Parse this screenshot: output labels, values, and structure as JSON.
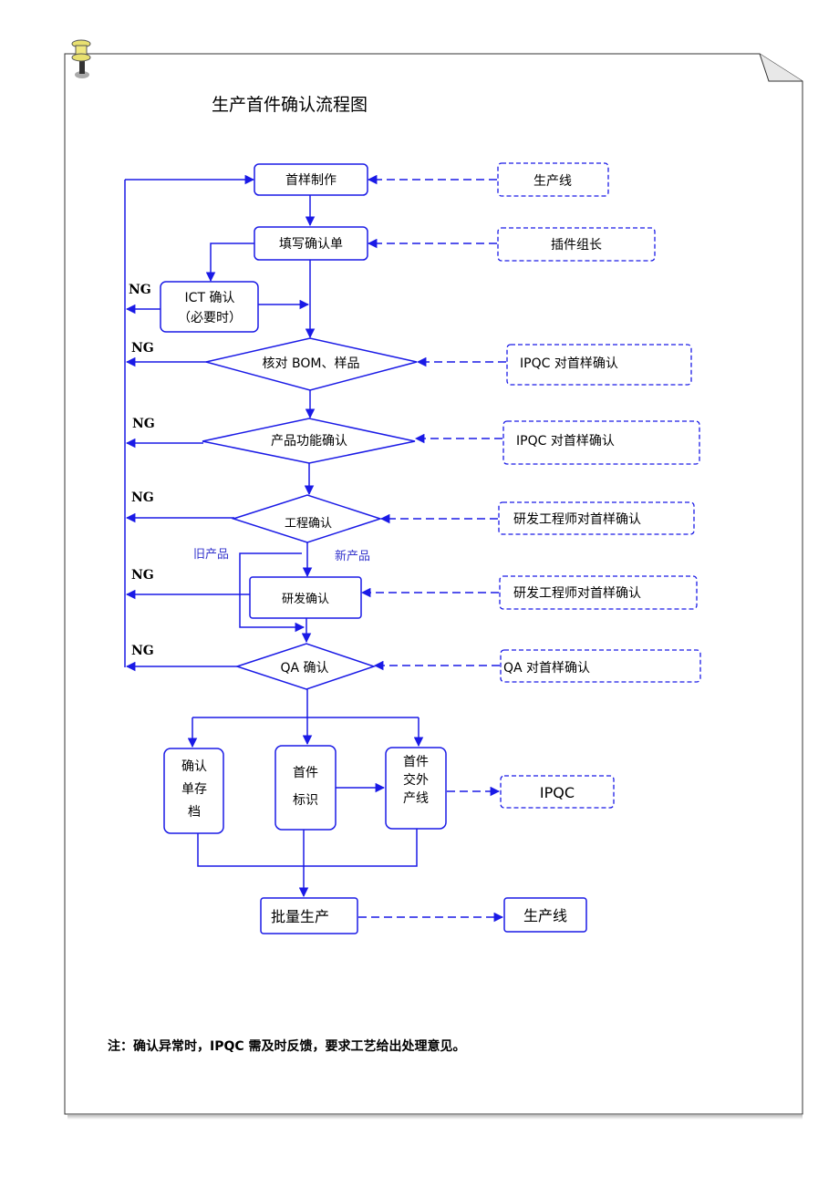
{
  "title": "生产首件确认流程图",
  "nodes": {
    "first_sample": "首样制作",
    "fill_form": "填写确认单",
    "ict_line1": "ICT 确认",
    "ict_line2": "（必要时）",
    "check_bom": "核对 BOM、样品",
    "function_check": "产品功能确认",
    "eng_check": "工程确认",
    "rd_check": "研发确认",
    "qa_check": "QA 确认",
    "archive_l1": "确认",
    "archive_l2": "单存",
    "archive_l3": "档",
    "mark_l1": "首件",
    "mark_l2": "标识",
    "handover_l1": "首件",
    "handover_l2": "交外",
    "handover_l3": "产线",
    "mass_production": "批量生产"
  },
  "roles": {
    "production_line": "生产线",
    "insertion_leader": "插件组长",
    "ipqc_confirm_1": "IPQC 对首样确认",
    "ipqc_confirm_2": "IPQC 对首样确认",
    "rd_engineer_1": "研发工程师对首样确认",
    "rd_engineer_2": "研发工程师对首样确认",
    "qa_confirm": "QA 对首样确认",
    "ipqc": "IPQC",
    "production_line_2": "生产线"
  },
  "labels": {
    "ng": "NG",
    "old_product": "旧产品",
    "new_product": "新产品"
  },
  "note": "注：确认异常时，IPQC 需及时反馈，要求工艺给出处理意见。",
  "colors": {
    "flow": "#1a1ae6",
    "text": "#000000",
    "branch_label": "#3333cc"
  }
}
